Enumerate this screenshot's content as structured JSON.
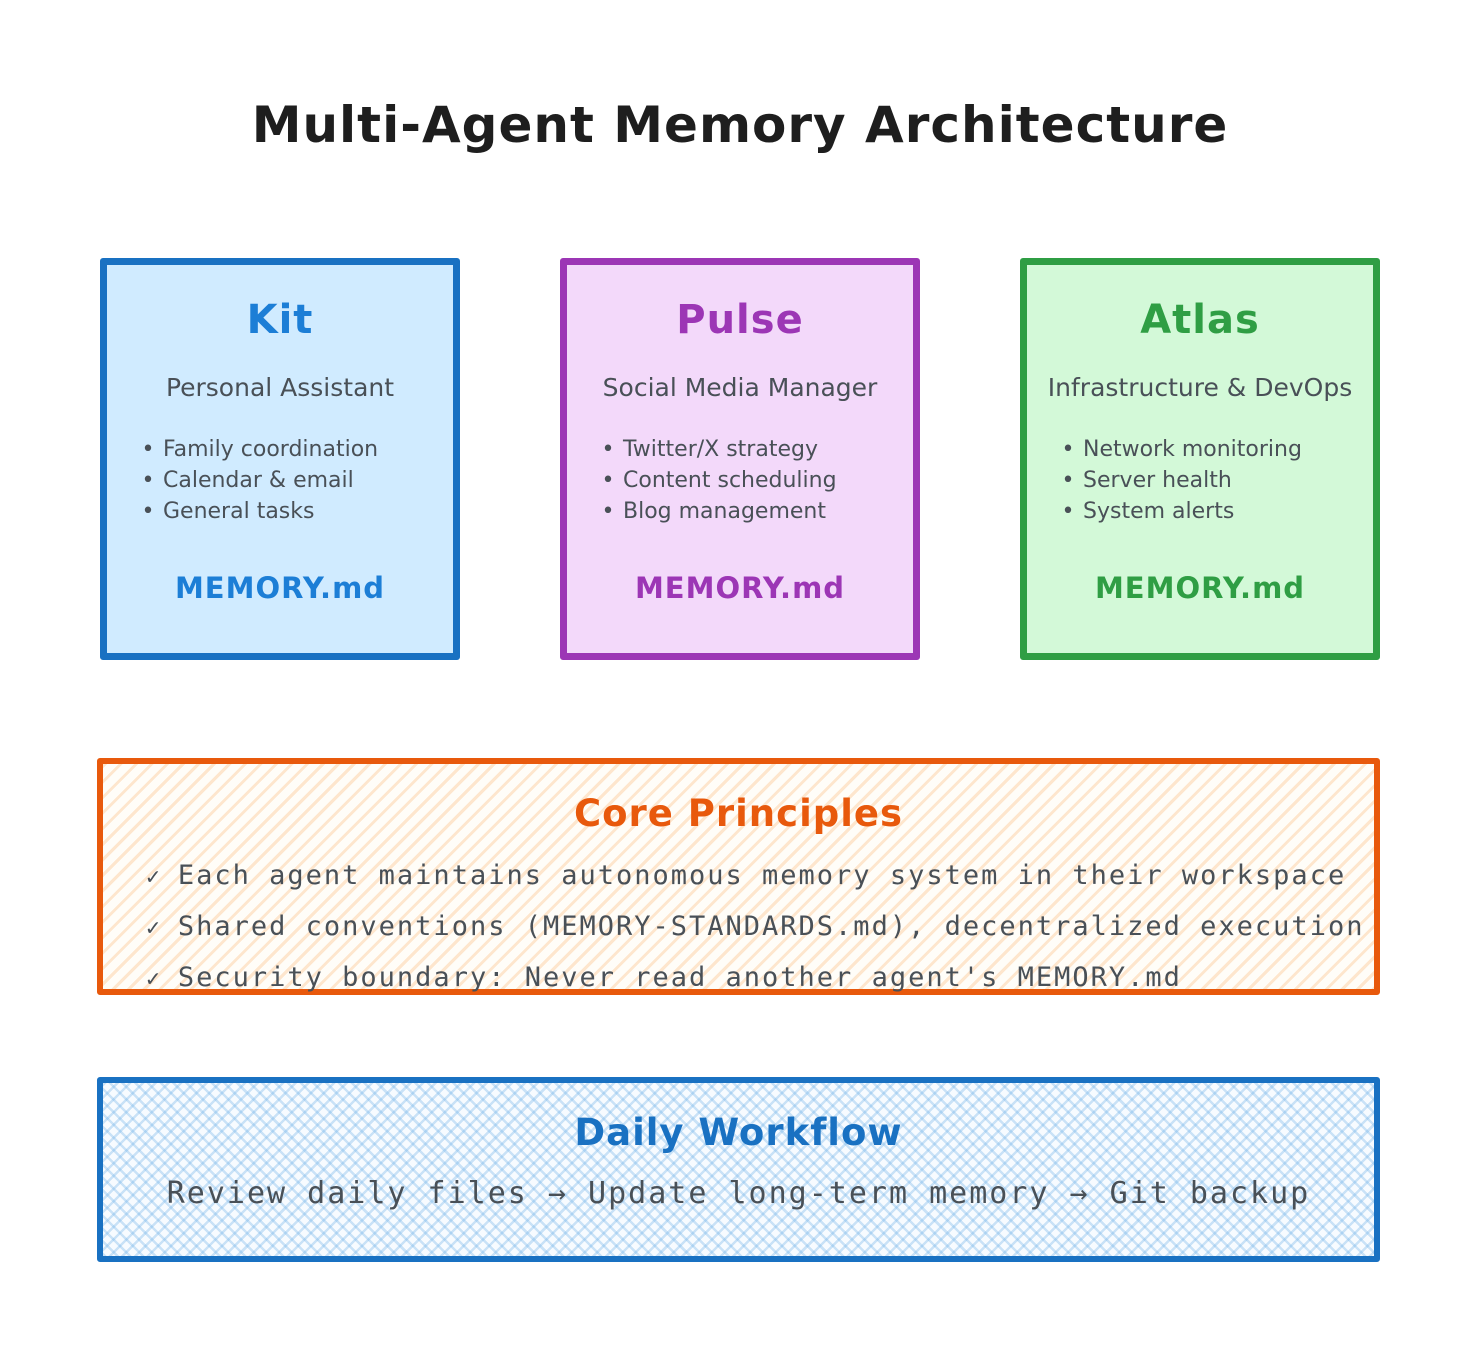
{
  "title": "Multi-Agent Memory Architecture",
  "glyphs": {
    "bullet": "•",
    "check": "✓"
  },
  "agents": [
    {
      "name": "Kit",
      "role": "Personal Assistant",
      "bullets": [
        "Family coordination",
        "Calendar & email",
        "General tasks"
      ],
      "memory_file": "MEMORY.md",
      "accent_color": "#1c7ed6",
      "border_color": "#1971c2",
      "fill_color": "#d0ebff"
    },
    {
      "name": "Pulse",
      "role": "Social Media Manager",
      "bullets": [
        "Twitter/X strategy",
        "Content scheduling",
        "Blog management"
      ],
      "memory_file": "MEMORY.md",
      "accent_color": "#9c36b5",
      "border_color": "#9c36b5",
      "fill_color": "#f3d9fa"
    },
    {
      "name": "Atlas",
      "role": "Infrastructure & DevOps",
      "bullets": [
        "Network monitoring",
        "Server health",
        "System alerts"
      ],
      "memory_file": "MEMORY.md",
      "accent_color": "#2f9e44",
      "border_color": "#2f9e44",
      "fill_color": "#d3f9d8"
    }
  ],
  "core_principles": {
    "title": "Core Principles",
    "accent_color": "#e8590c",
    "items": [
      "Each agent maintains autonomous memory system in their workspace",
      "Shared conventions (MEMORY-STANDARDS.md), decentralized execution",
      "Security boundary: Never read another agent's MEMORY.md"
    ]
  },
  "daily_workflow": {
    "title": "Daily Workflow",
    "accent_color": "#1971c2",
    "text": "Review daily files → Update long-term memory → Git backup"
  }
}
